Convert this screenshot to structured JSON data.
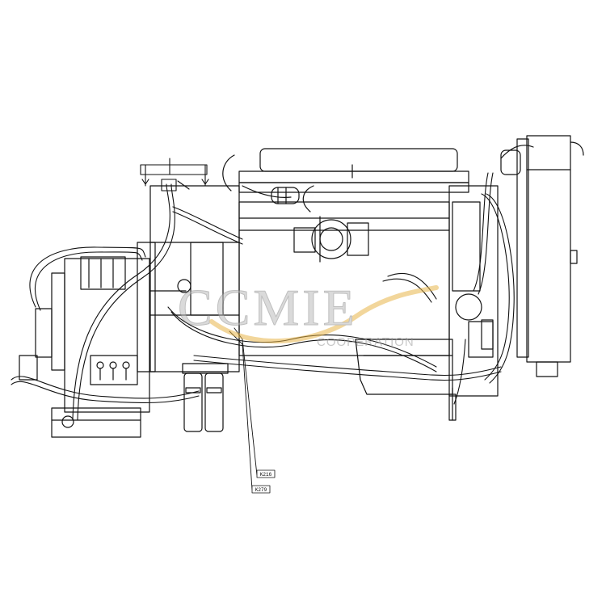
{
  "callouts": [
    {
      "id": "callout-1",
      "label": "K216"
    },
    {
      "id": "callout-2",
      "label": "K279"
    }
  ],
  "watermark": {
    "brand": "CCMIE",
    "subtitle": "COOPERATION",
    "colors": {
      "text": "#bdbdbd",
      "swoosh": "#e8b64a"
    }
  },
  "colors": {
    "ink": "#111111",
    "background": "#ffffff"
  }
}
